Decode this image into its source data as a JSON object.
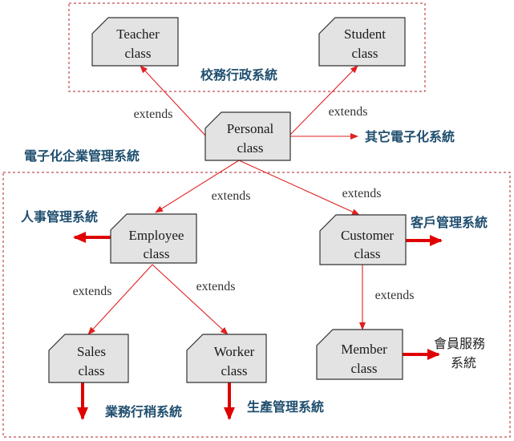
{
  "colors": {
    "node_fill": "#e3e3e3",
    "arrow_red": "#e00000",
    "system_label": "#1f4e6e",
    "region_border": "#b22222"
  },
  "nodes": {
    "teacher": {
      "line1": "Teacher",
      "line2": "class"
    },
    "student": {
      "line1": "Student",
      "line2": "class"
    },
    "personal": {
      "line1": "Personal",
      "line2": "class"
    },
    "employee": {
      "line1": "Employee",
      "line2": "class"
    },
    "customer": {
      "line1": "Customer",
      "line2": "class"
    },
    "sales": {
      "line1": "Sales",
      "line2": "class"
    },
    "worker": {
      "line1": "Worker",
      "line2": "class"
    },
    "member": {
      "line1": "Member",
      "line2": "class"
    }
  },
  "edge_labels": {
    "personal_teacher": "extends",
    "personal_student": "extends",
    "personal_employee": "extends",
    "personal_customer": "extends",
    "employee_sales": "extends",
    "employee_worker": "extends",
    "customer_member": "extends"
  },
  "system_labels": {
    "school_admin": "校務行政系統",
    "other_e": "其它電子化系統",
    "enterprise": "電子化企業管理系統",
    "hr": "人事管理系統",
    "crm": "客戶管理系統",
    "sales_sys": "業務行稍系統",
    "production": "生產管理系統",
    "membership_line1": "會員服務",
    "membership_line2": "系統"
  }
}
